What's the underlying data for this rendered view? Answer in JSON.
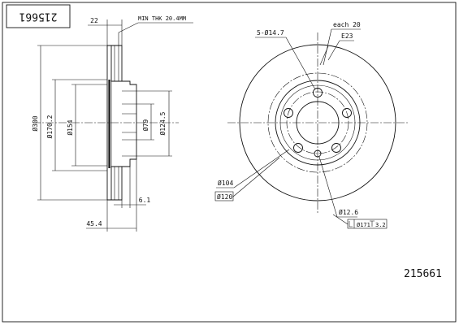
{
  "part_number": "215661",
  "part_number_box": "215661",
  "notes": {
    "min_thickness": "MIN THK 20.4MM",
    "pcd_pattern": "5-Ø14.7",
    "angle": "each 20",
    "material": "E23"
  },
  "dimensions": {
    "width_total": "22",
    "dia_outer": "Ø300",
    "dia_1702": "Ø170.2",
    "dia_154": "Ø154",
    "dia_79": "Ø79",
    "dia_1245": "Ø124.5",
    "offset_61": "6.1",
    "hat_height": "45.4",
    "dia_104": "Ø104",
    "dia_120": "Ø120",
    "dia_126": "Ø12.6",
    "dia_171": "Ø171",
    "depth_32": "3.2"
  }
}
